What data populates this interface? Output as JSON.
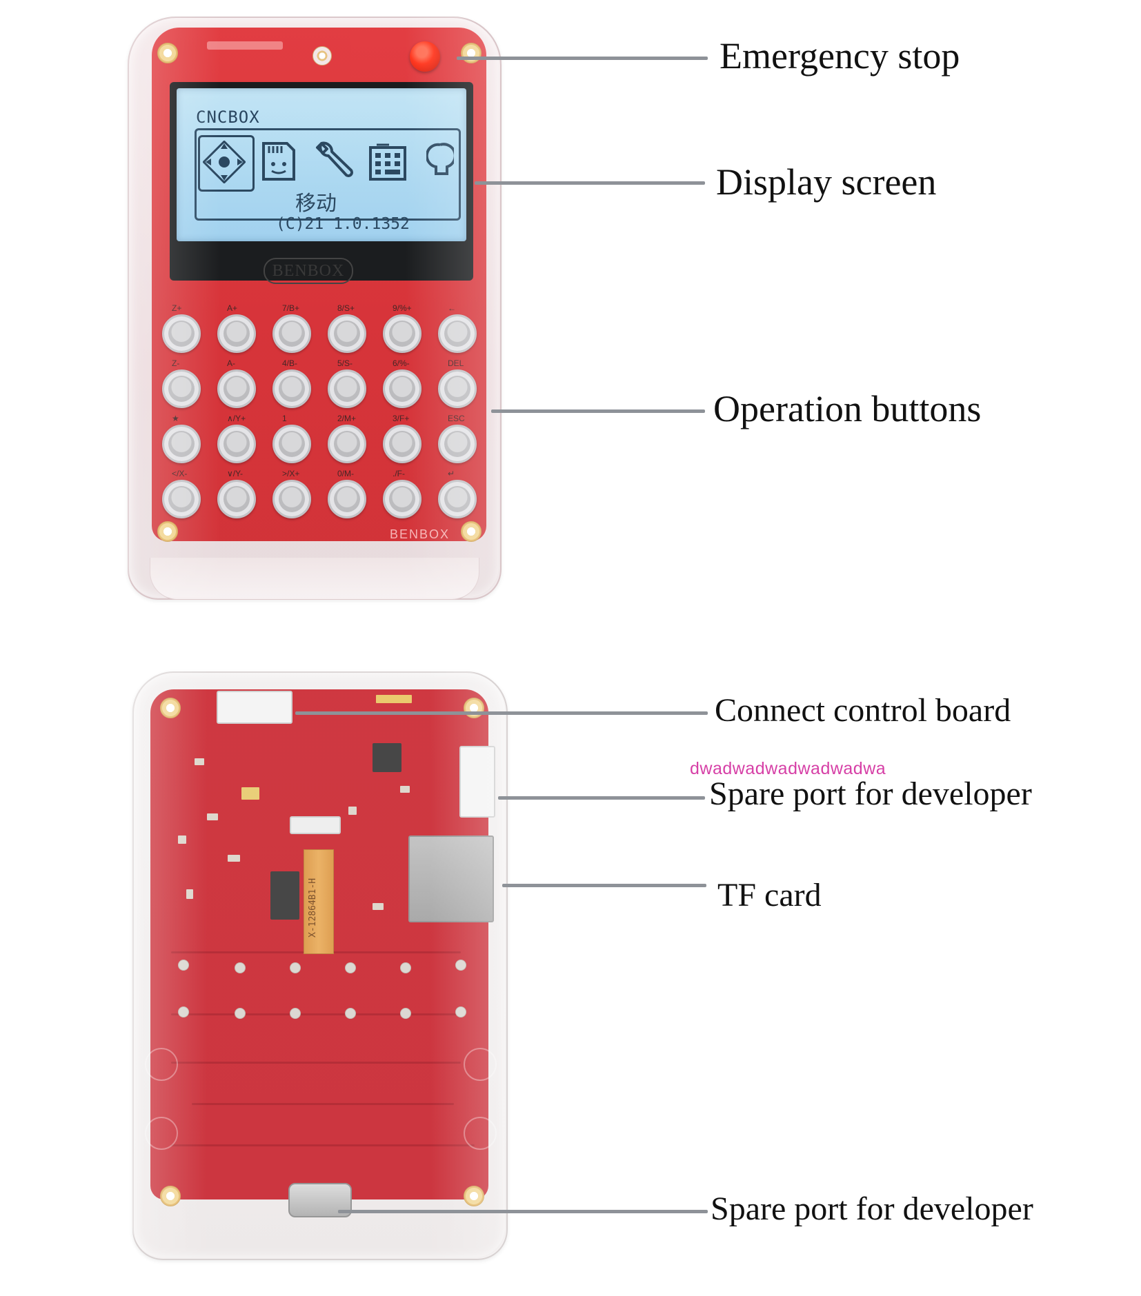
{
  "front": {
    "lcd_title": "CNCBOX",
    "lcd_mode": "移动",
    "lcd_version": "(C)21 1.0.1352",
    "lcd_brand": "BENBOX",
    "board_brand": "BENBOX",
    "lcd_icons": [
      "move-icon",
      "sd-card-icon",
      "wrench-icon",
      "keypad-icon",
      "bulb-icon"
    ],
    "keypad": {
      "rows": [
        [
          "Z+",
          "A+",
          "7/B+",
          "8/S+",
          "9/%+",
          "←"
        ],
        [
          "Z-",
          "A-",
          "4/B-",
          "5/S-",
          "6/%-",
          "DEL"
        ],
        [
          "★",
          "∧/Y+",
          "1",
          "2/M+",
          "3/F+",
          "ESC"
        ],
        [
          "</X-",
          "∨/Y-",
          ">/X+",
          "0/M-",
          "./F-",
          "↵"
        ]
      ]
    }
  },
  "callouts": {
    "emergency_stop": "Emergency stop",
    "display_screen": "Display screen",
    "operation_buttons": "Operation buttons",
    "connect_control_board": "Connect control board",
    "spare_port_1": "Spare port for developer",
    "tf_card": "TF card",
    "spare_port_2": "Spare port for developer"
  },
  "watermark": "dwadwadwadwadwadwa",
  "back": {
    "flex_cable_text": "X-12864B1-H"
  },
  "colors": {
    "pcb_red": "#d42026",
    "lcd_blue": "#a8d6f0",
    "leader_gray": "#8e9298",
    "estop_red": "#ff2a10",
    "watermark_pink": "#d63fa6"
  }
}
